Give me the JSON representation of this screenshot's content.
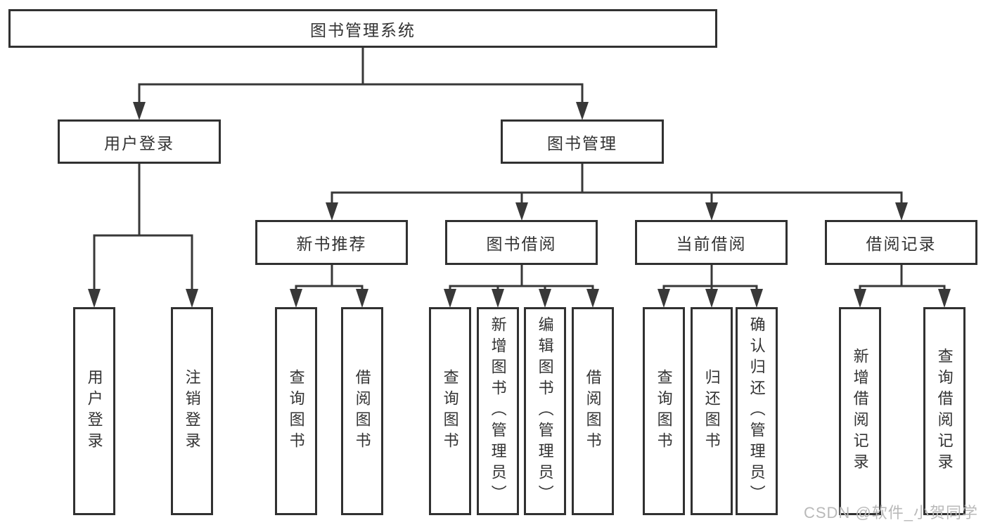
{
  "tree": {
    "root": {
      "label": "图书管理系统",
      "children": [
        {
          "label": "用户登录",
          "children": [
            {
              "label": "用户登录"
            },
            {
              "label": "注销登录"
            }
          ]
        },
        {
          "label": "图书管理",
          "children": [
            {
              "label": "新书推荐",
              "children": [
                {
                  "label": "查询图书"
                },
                {
                  "label": "借阅图书"
                }
              ]
            },
            {
              "label": "图书借阅",
              "children": [
                {
                  "label": "查询图书"
                },
                {
                  "label": "新增图书（管理员）"
                },
                {
                  "label": "编辑图书（管理员）"
                },
                {
                  "label": "借阅图书"
                }
              ]
            },
            {
              "label": "当前借阅",
              "children": [
                {
                  "label": "查询图书"
                },
                {
                  "label": "归还图书"
                },
                {
                  "label": "确认归还（管理员）"
                }
              ]
            },
            {
              "label": "借阅记录",
              "children": [
                {
                  "label": "新增借阅记录"
                },
                {
                  "label": "查询借阅记录"
                }
              ]
            }
          ]
        }
      ]
    }
  },
  "watermark": {
    "text": "CSDN @软件_小贺同学",
    "color": "#b9b9b9"
  },
  "colors": {
    "line": "#383838",
    "box_border": "#313131",
    "box_fill": "#ffffff",
    "text": "#333333",
    "background": "#ffffff"
  }
}
